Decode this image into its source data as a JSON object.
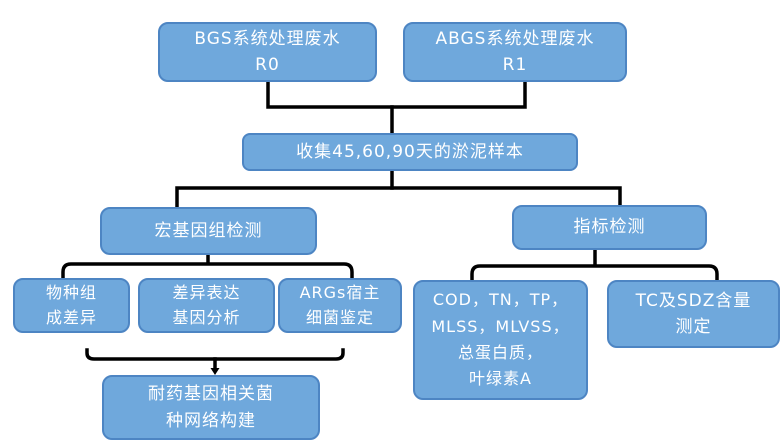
{
  "nodes": {
    "bgs": {
      "lines": [
        "BGS系统处理废水",
        "R0"
      ]
    },
    "abgs": {
      "lines": [
        "ABGS系统处理废水",
        "R1"
      ]
    },
    "collect": {
      "lines": [
        "收集45,60,90天的淤泥样本"
      ]
    },
    "metagenome": {
      "lines": [
        "宏基因组检测"
      ]
    },
    "indicator": {
      "lines": [
        "指标检测"
      ]
    },
    "species": {
      "lines": [
        "物种组",
        "成差异"
      ]
    },
    "diff_expr": {
      "lines": [
        "差异表达",
        "基因分析"
      ]
    },
    "args_host": {
      "lines": [
        "ARGs宿主",
        "细菌鉴定"
      ]
    },
    "cod": {
      "lines": [
        "COD，TN，TP，",
        "MLSS，MLVSS，",
        "总蛋白质，",
        "叶绿素A"
      ]
    },
    "tc_sdz": {
      "lines": [
        "TC及SDZ含量",
        "测定"
      ]
    },
    "network": {
      "lines": [
        "耐药基因相关菌",
        "种网络构建"
      ]
    }
  },
  "colors": {
    "node_fill": "#6FA8DC",
    "node_border": "#4D85C3",
    "node_text": "#FFFFFF",
    "connector": "#000000",
    "background": "#FFFFFF"
  }
}
